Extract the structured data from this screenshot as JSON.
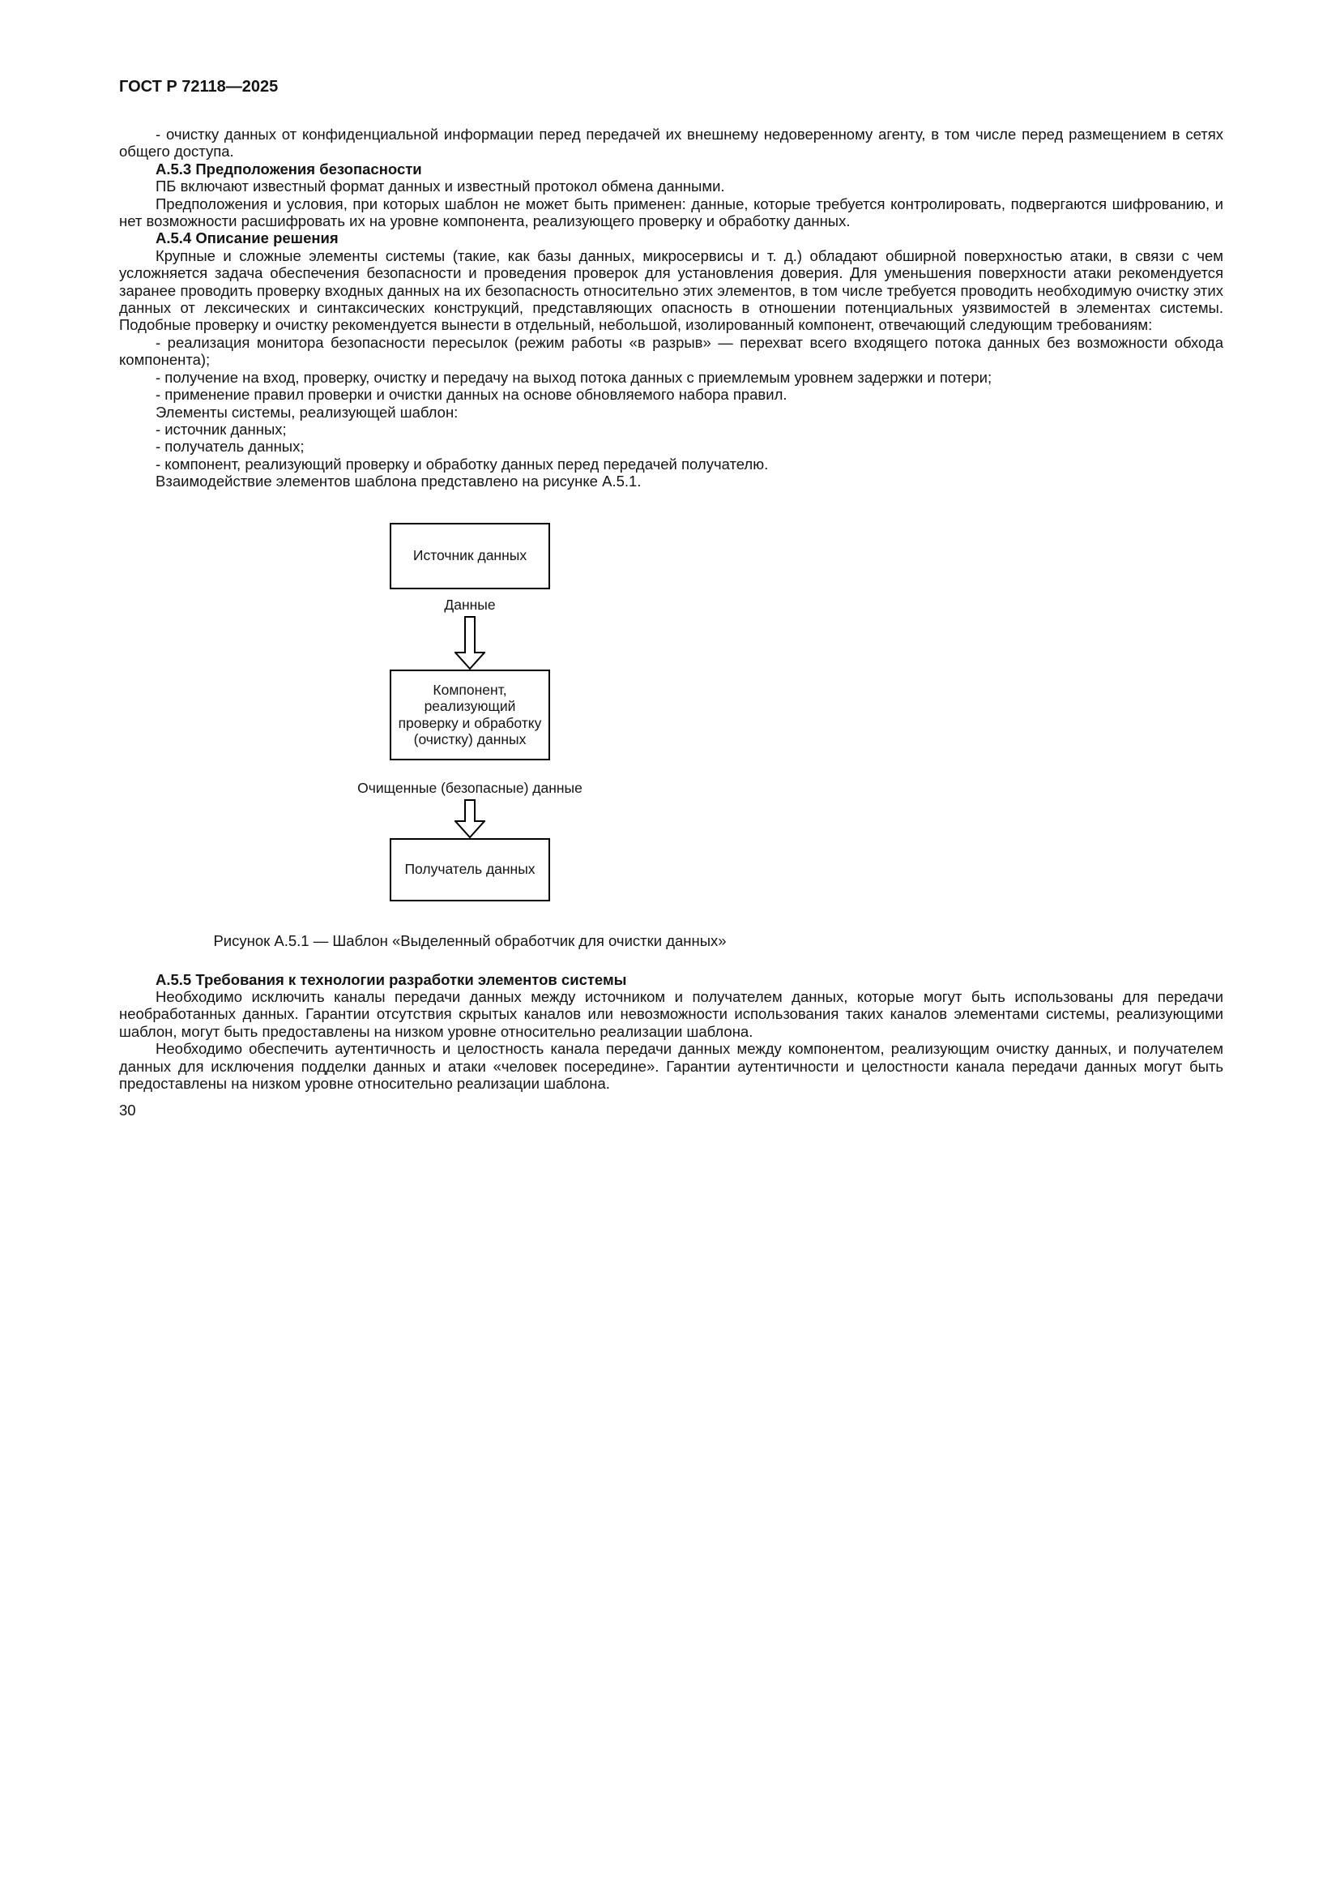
{
  "page": {
    "header": "ГОСТ Р 72118—2025",
    "page_number": "30"
  },
  "sections": {
    "paragraphs_top": [
      {
        "style": "normal",
        "text": "- очистку данных от конфиденциальной информации перед передачей их внешнему недоверенному агенту, в том числе перед размещением в сетях общего доступа."
      },
      {
        "style": "heading",
        "text": "А.5.3 Предположения безопасности"
      },
      {
        "style": "normal",
        "text": "ПБ включают известный формат данных и известный протокол обмена данными."
      },
      {
        "style": "normal",
        "text": "Предположения и условия, при которых шаблон не может быть применен: данные, которые требуется контролировать, подвергаются шифрованию, и нет возможности расшифровать их на уровне компонента, реализующего проверку и обработку данных."
      },
      {
        "style": "heading",
        "text": "А.5.4 Описание решения"
      },
      {
        "style": "normal",
        "text": "Крупные и сложные элементы системы (такие, как базы данных, микросервисы и т. д.) обладают обширной поверхностью атаки, в связи с чем усложняется задача обеспечения безопасности и проведения проверок для установления доверия. Для уменьшения поверхности атаки рекомендуется заранее проводить проверку входных данных на их безопасность относительно этих элементов, в том числе требуется проводить необходимую очистку этих данных от лексических и синтаксических конструкций, представляющих опасность в отношении потенциальных уязвимостей в элементах системы. Подобные проверку и очистку рекомендуется вынести в отдельный, небольшой, изолированный компонент, отвечающий следующим требованиям:"
      },
      {
        "style": "normal",
        "text": "- реализация монитора безопасности пересылок (режим работы «в разрыв» — перехват всего входящего потока данных без возможности обхода компонента);"
      },
      {
        "style": "normal",
        "text": "- получение на вход, проверку, очистку и передачу на выход потока данных с приемлемым уровнем задержки и потери;"
      },
      {
        "style": "normal",
        "text": "- применение правил проверки и очистки данных на основе обновляемого набора правил."
      },
      {
        "style": "normal",
        "text": "Элементы системы, реализующей шаблон:"
      },
      {
        "style": "normal",
        "text": "- источник данных;"
      },
      {
        "style": "normal",
        "text": "- получатель данных;"
      },
      {
        "style": "normal",
        "text": "- компонент, реализующий проверку и обработку данных перед передачей получателю."
      },
      {
        "style": "normal",
        "text": "Взаимодействие элементов шаблона представлено на рисунке А.5.1."
      }
    ],
    "paragraphs_bottom": [
      {
        "style": "heading",
        "text": "А.5.5 Требования к технологии разработки элементов системы"
      },
      {
        "style": "normal",
        "text": "Необходимо исключить каналы передачи данных между источником и получателем данных, которые могут быть использованы для передачи необработанных данных. Гарантии отсутствия скрытых каналов или невозможности использования таких каналов элементами системы, реализующими шаблон, могут быть предоставлены на низком уровне относительно реализации шаблона."
      },
      {
        "style": "normal",
        "text": "Необходимо обеспечить аутентичность и целостность канала передачи данных между компонентом, реализующим очистку данных, и получателем данных для исключения подделки данных и атаки «человек посередине». Гарантии аутентичности и целостности канала передачи данных могут быть предоставлены на низком уровне относительно реализации шаблона."
      }
    ]
  },
  "figure": {
    "source_box": "Источник данных",
    "data_label": "Данные",
    "component_box": "Компонент, реализующий проверку и обработку (очистку) данных",
    "clean_label": "Очищенные (безопасные) данные",
    "receiver_box": "Получатель данных",
    "caption": "Рисунок А.5.1 — Шаблон «Выделенный обработчик для очистки данных»"
  }
}
